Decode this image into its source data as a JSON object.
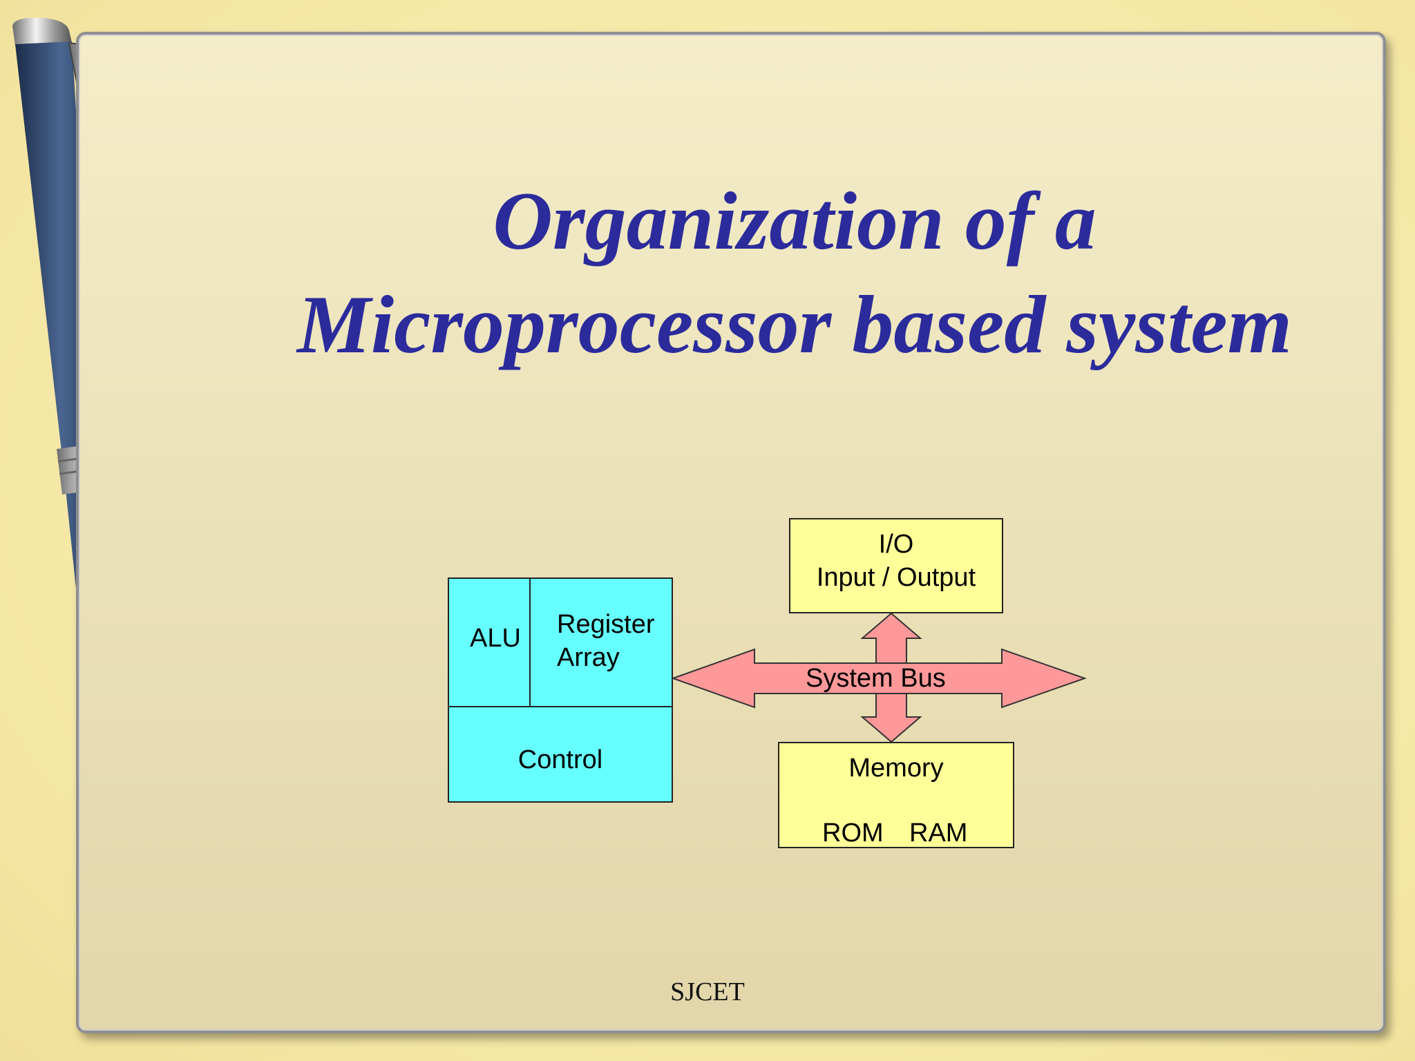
{
  "slide": {
    "title_line1": "Organization of a",
    "title_line2": "Microprocessor based system",
    "footer": "SJCET"
  },
  "diagram": {
    "cpu": {
      "alu": "ALU",
      "register_line1": "Register",
      "register_line2": "Array",
      "control": "Control"
    },
    "io": {
      "line1": "I/O",
      "line2": "Input / Output"
    },
    "bus": "System Bus",
    "memory": {
      "title": "Memory",
      "rom": "ROM",
      "ram": "RAM"
    }
  },
  "colors": {
    "title": "#2b2b9c",
    "cpu_fill": "#66ffff",
    "box_fill": "#ffff99",
    "bus_fill": "#ff9999"
  }
}
